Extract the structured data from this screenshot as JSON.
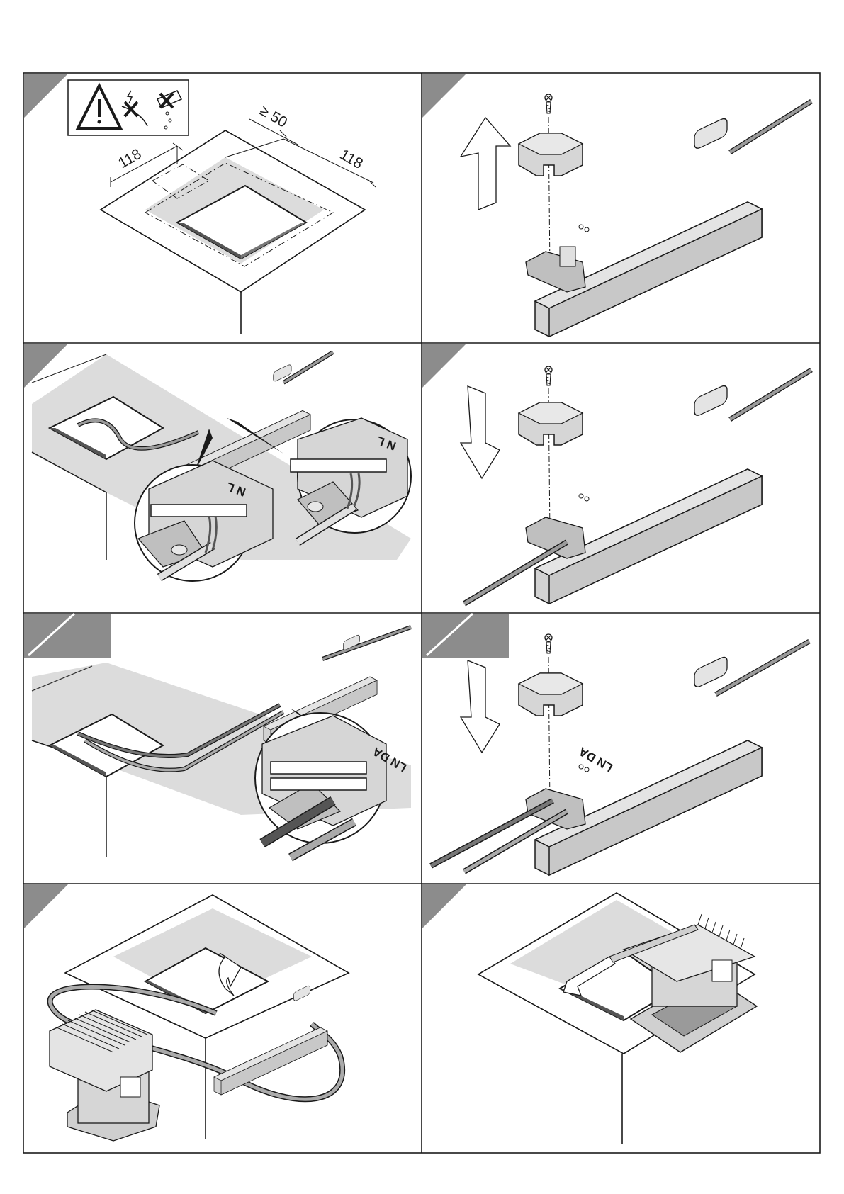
{
  "figure": {
    "step1": {
      "dim_left": "118",
      "dim_right": "118",
      "dim_top": "≥ 50"
    },
    "step3": {
      "terminal_left": "N L",
      "terminal_right": "N L"
    },
    "step5": {
      "terminal": "LN DA"
    },
    "step6": {
      "terminal": "LN DA"
    }
  },
  "icons": [
    "warning-triangle-icon",
    "no-electricity-icon",
    "no-water-icon",
    "screw-icon",
    "arrow-up-icon",
    "arrow-down-icon",
    "curved-arrow-icon"
  ],
  "colors": {
    "ceiling_zone": "#dcdcdc",
    "device_fill": "#d6d6d6",
    "device_top": "#e6e6e6",
    "cable": "#9a9a9a",
    "step_corner": "#8c8c8c",
    "line": "#1a1a1a"
  }
}
